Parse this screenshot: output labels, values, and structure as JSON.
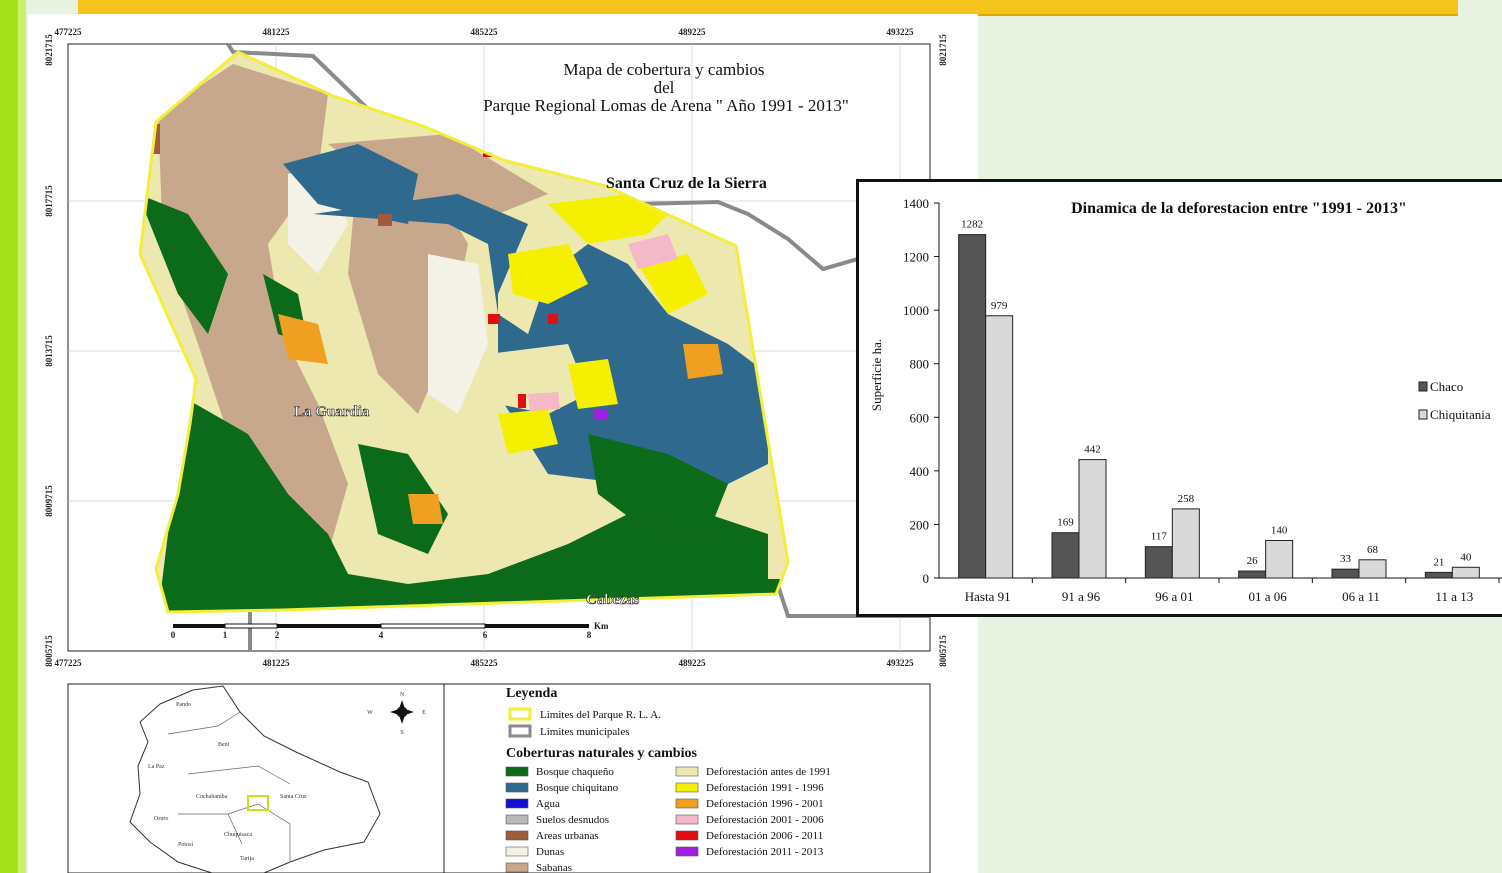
{
  "map": {
    "title_lines": [
      "Mapa de cobertura y cambios",
      "del",
      "Parque Regional Lomas de Arena \" Año 1991 - 2013\""
    ],
    "x_coords": [
      "477225",
      "481225",
      "485225",
      "489225",
      "493225"
    ],
    "y_coords": [
      "8021715",
      "8017715",
      "8013715",
      "8009715",
      "8005715"
    ],
    "places": {
      "santa_cruz": "Santa Cruz de la Sierra",
      "la_guardia": "La Guardia",
      "cabezas": "Cabezas"
    },
    "scale_ticks": [
      "0",
      "1",
      "2",
      "4",
      "6",
      "8"
    ],
    "scale_unit": "Km"
  },
  "legend": {
    "title": "Leyenda",
    "limits": [
      {
        "label": "Limites del Parque R. L. A.",
        "color": "#f2ee3a"
      },
      {
        "label": "Limites municipales",
        "color": "#8a8a8a"
      }
    ],
    "section_title": "Coberturas naturales y cambios",
    "left_items": [
      {
        "label": "Bosque chaqueño",
        "color": "#0c6b1a"
      },
      {
        "label": "Bosque chiquitano",
        "color": "#2f6a8e"
      },
      {
        "label": "Agua",
        "color": "#1010d0"
      },
      {
        "label": "Suelos desnudos",
        "color": "#b8b8b8"
      },
      {
        "label": "Areas urbanas",
        "color": "#a05a3c"
      },
      {
        "label": "Dunas",
        "color": "#f4f2e6"
      },
      {
        "label": "Sabanas",
        "color": "#c8a88c"
      }
    ],
    "right_items": [
      {
        "label": "Deforestación antes de 1991",
        "color": "#ede8b0"
      },
      {
        "label": "Deforestación 1991 - 1996",
        "color": "#f4f000"
      },
      {
        "label": "Deforestación 1996 - 2001",
        "color": "#f0a020"
      },
      {
        "label": "Deforestación 2001 - 2006",
        "color": "#f4b8c8"
      },
      {
        "label": "Deforestación 2006 - 2011",
        "color": "#e01010"
      },
      {
        "label": "Deforestación 2011 - 2013",
        "color": "#a020e0"
      }
    ]
  },
  "inset": {
    "departments": [
      "Pando",
      "Beni",
      "La Paz",
      "Cochabamba",
      "Santa Cruz",
      "Oruro",
      "Potosí",
      "Chuquisaca",
      "Tarija"
    ],
    "compass": {
      "n": "N",
      "s": "S",
      "e": "E",
      "w": "W"
    }
  },
  "chart_data": {
    "type": "bar",
    "title": "Dinamica de la deforestacion entre \"1991 - 2013\"",
    "xlabel": "",
    "ylabel": "Superficie ha.",
    "ylim": [
      0,
      1400
    ],
    "yticks": [
      0,
      200,
      400,
      600,
      800,
      1000,
      1200,
      1400
    ],
    "categories": [
      "Hasta 91",
      "91 a 96",
      "96 a 01",
      "01 a 06",
      "06 a 11",
      "11 a 13"
    ],
    "series": [
      {
        "name": "Chaco",
        "values": [
          1282,
          169,
          117,
          26,
          33,
          21
        ],
        "color": "#555555"
      },
      {
        "name": "Chiquitania",
        "values": [
          979,
          442,
          258,
          140,
          68,
          40
        ],
        "color": "#d9d9d9"
      }
    ],
    "legend_position": "right",
    "grid": false
  }
}
